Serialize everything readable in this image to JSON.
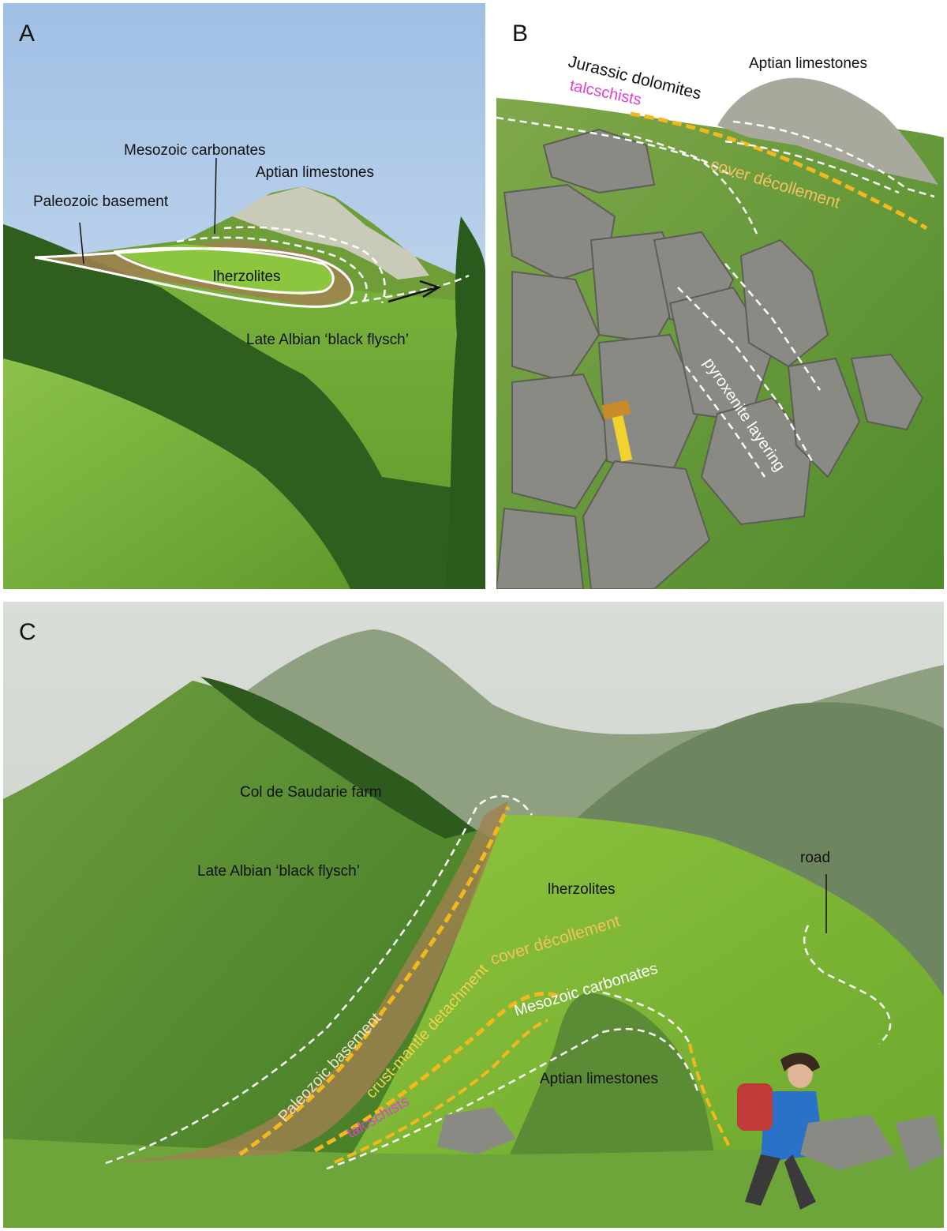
{
  "panels": [
    {
      "letter": "A",
      "labels": {
        "mesozoic_carbonates": "Mesozoic carbonates",
        "aptian_limestones": "Aptian limestones",
        "paleozoic_basement": "Paleozoic basement",
        "lherzolites": "lherzolites",
        "black_flysch": "Late Albian ‘black flysch’"
      }
    },
    {
      "letter": "B",
      "labels": {
        "jurassic_dolomites": "Jurassic dolomites",
        "aptian_limestones": "Aptian limestones",
        "talcschists": "talcschists",
        "cover_decollement": "cover décollement",
        "pyroxenite_layering": "pyroxenite layering"
      }
    },
    {
      "letter": "C",
      "labels": {
        "col_de_saudarie": "Col de Saudarie farm",
        "black_flysch": "Late Albian ‘black flysch’",
        "lherzolites": "lherzolites",
        "road": "road",
        "cover_decollement": "cover décollement",
        "mesozoic_carbonates": "Mesozoic carbonates",
        "crust_mantle_detachment": "crust-mantle detachment",
        "paleozoic_basement": "Paleozoic basement",
        "talcschists": "talcschists",
        "aptian_limestones": "Aptian limestones"
      }
    }
  ],
  "colors": {
    "basement_fill": "#a08050",
    "lherzolite_fill": "#8cc63e",
    "talcschist_text": "#e23fd0",
    "decollement_line": "#f2b81e",
    "boundary_line": "#ffffff"
  }
}
